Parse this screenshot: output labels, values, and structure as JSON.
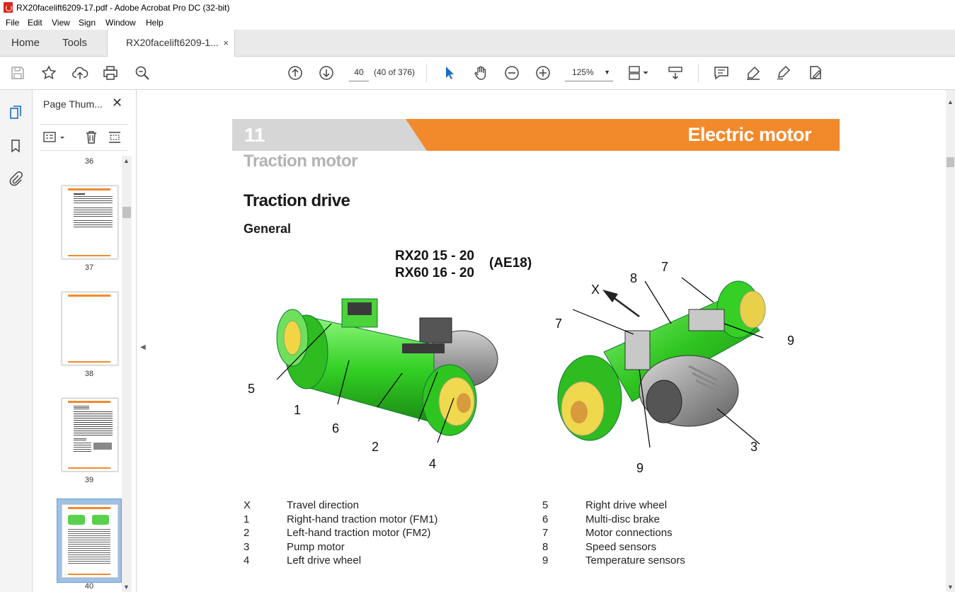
{
  "window": {
    "title": "RX20facelift6209-17.pdf - Adobe Acrobat Pro DC (32-bit)"
  },
  "menu": [
    "File",
    "Edit",
    "View",
    "Sign",
    "Window",
    "Help"
  ],
  "tabs": {
    "home": "Home",
    "tools": "Tools",
    "doc": "RX20facelift6209-1...",
    "doc_close": "×"
  },
  "toolbar": {
    "page_current": "40",
    "page_count": "(40 of 376)",
    "zoom": "125%"
  },
  "thumbnails": {
    "panel_title": "Page Thum...",
    "close": "✕",
    "pages": [
      "36",
      "37",
      "38",
      "39",
      "40"
    ]
  },
  "page": {
    "chapter_number": "11",
    "chapter_title": "Electric motor",
    "section_title": "Traction motor",
    "heading": "Traction drive",
    "subheading": "General",
    "model_line1": "RX20 15 - 20",
    "model_line2": "RX60 16 - 20",
    "model_code": "(AE18)",
    "figure_callouts": {
      "left": [
        "5",
        "1",
        "6",
        "2",
        "4"
      ],
      "right": [
        "X",
        "8",
        "7",
        "7",
        "9",
        "9",
        "3"
      ]
    },
    "legend_left": [
      {
        "key": "X",
        "text": "Travel direction"
      },
      {
        "key": "1",
        "text": "Right-hand traction motor (FM1)"
      },
      {
        "key": "2",
        "text": "Left-hand traction motor (FM2)"
      },
      {
        "key": "3",
        "text": "Pump motor"
      },
      {
        "key": "4",
        "text": "Left drive wheel"
      }
    ],
    "legend_right": [
      {
        "key": "5",
        "text": "Right drive wheel"
      },
      {
        "key": "6",
        "text": "Multi-disc brake"
      },
      {
        "key": "7",
        "text": "Motor connections"
      },
      {
        "key": "8",
        "text": "Speed sensors"
      },
      {
        "key": "9",
        "text": "Temperature sensors"
      }
    ]
  },
  "colors": {
    "accent_orange": "#f28a2c",
    "header_grey": "#d6d6d6",
    "motor_green": "#3dd12e"
  }
}
